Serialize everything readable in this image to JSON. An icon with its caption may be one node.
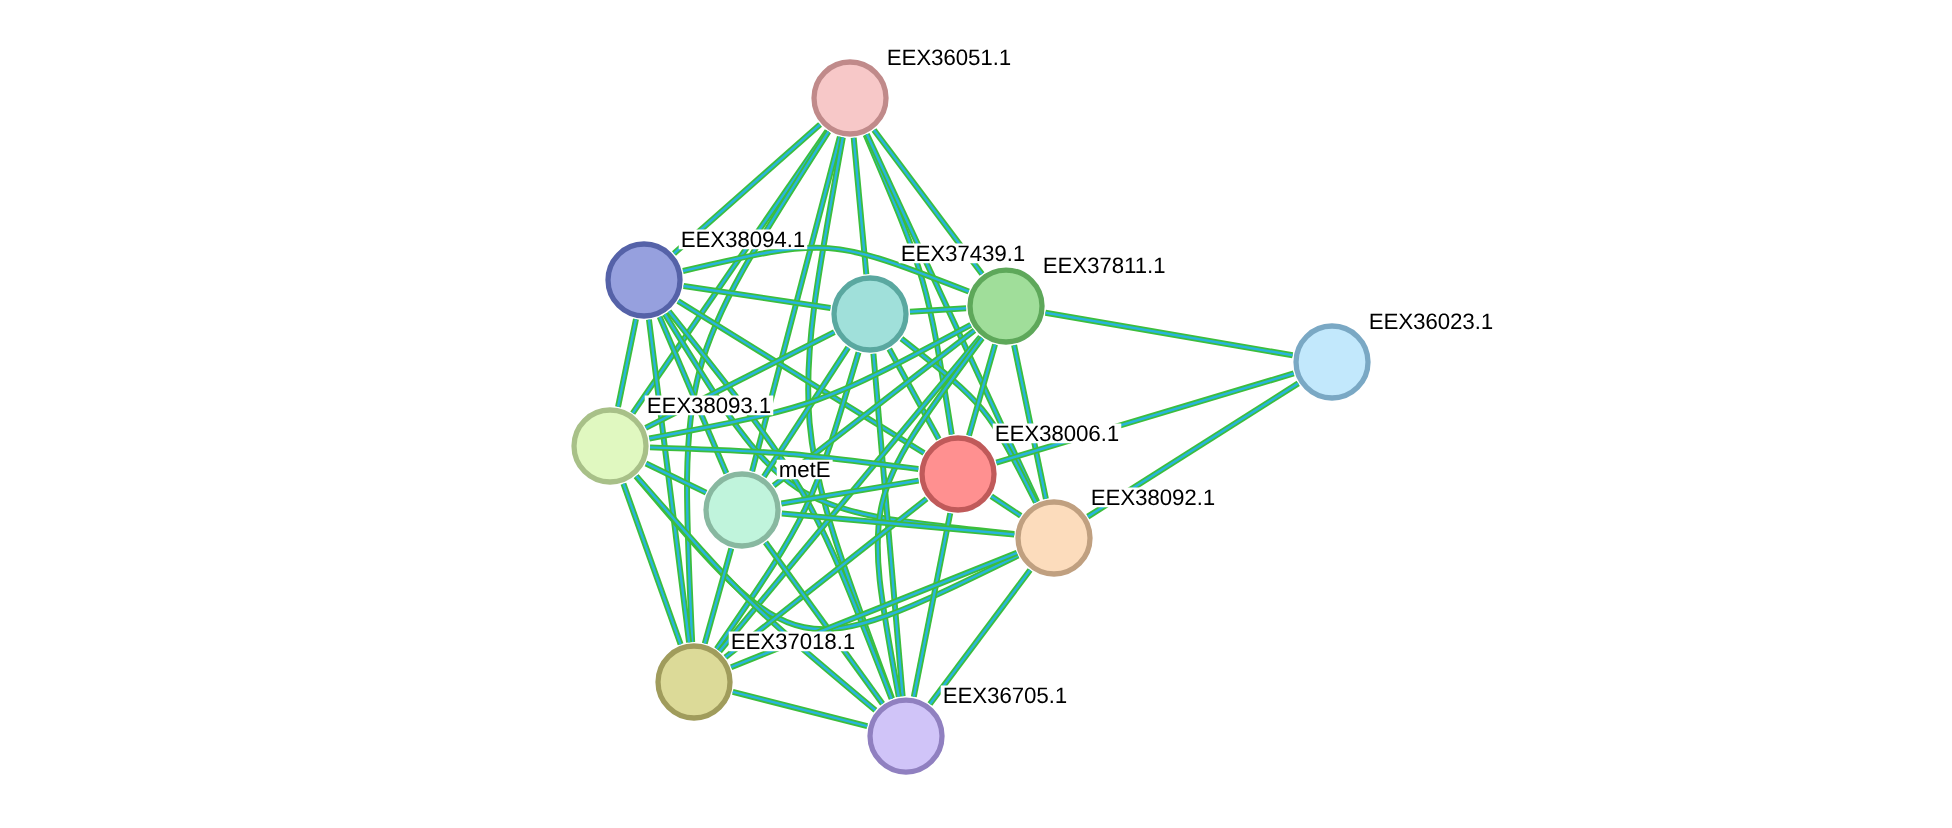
{
  "diagram": {
    "nodes": [
      {
        "text": [
          "EEX36051.1"
        ]
      },
      {
        "text": [
          "EEX38094.1"
        ]
      },
      {
        "text": [
          "EEX37439.1"
        ]
      },
      {
        "text": [
          "EEX37811.1"
        ]
      },
      {
        "text": [
          "EEX36023.1"
        ]
      },
      {
        "text": [
          "EEX38093.1"
        ]
      },
      {
        "text": [
          "EEX38006.1"
        ]
      },
      {
        "text": [
          "metE"
        ]
      },
      {
        "text": [
          "EEX38092.1"
        ]
      },
      {
        "text": [
          "EEX37018.1"
        ]
      },
      {
        "text": [
          "EEX36705.1"
        ]
      }
    ],
    "edges": [
      {
        "from": 0,
        "to": 1,
        "arrow": "none"
      },
      {
        "from": 0,
        "to": 2,
        "arrow": "none"
      },
      {
        "from": 0,
        "to": 3,
        "arrow": "none"
      },
      {
        "from": 0,
        "to": 5,
        "arrow": "none"
      },
      {
        "from": 0,
        "to": 6,
        "arrow": "none"
      },
      {
        "from": 0,
        "to": 7,
        "arrow": "none"
      },
      {
        "from": 0,
        "to": 8,
        "arrow": "none"
      },
      {
        "from": 0,
        "to": 9,
        "arrow": "none"
      },
      {
        "from": 0,
        "to": 10,
        "arrow": "none"
      },
      {
        "from": 1,
        "to": 2,
        "arrow": "none"
      },
      {
        "from": 1,
        "to": 3,
        "arrow": "none"
      },
      {
        "from": 1,
        "to": 5,
        "arrow": "none"
      },
      {
        "from": 1,
        "to": 6,
        "arrow": "none"
      },
      {
        "from": 1,
        "to": 7,
        "arrow": "none"
      },
      {
        "from": 1,
        "to": 8,
        "arrow": "none"
      },
      {
        "from": 1,
        "to": 9,
        "arrow": "none"
      },
      {
        "from": 1,
        "to": 10,
        "arrow": "none"
      },
      {
        "from": 2,
        "to": 3,
        "arrow": "none"
      },
      {
        "from": 2,
        "to": 5,
        "arrow": "none"
      },
      {
        "from": 2,
        "to": 6,
        "arrow": "none"
      },
      {
        "from": 2,
        "to": 7,
        "arrow": "none"
      },
      {
        "from": 2,
        "to": 8,
        "arrow": "none"
      },
      {
        "from": 2,
        "to": 9,
        "arrow": "none"
      },
      {
        "from": 2,
        "to": 10,
        "arrow": "none"
      },
      {
        "from": 3,
        "to": 4,
        "arrow": "none"
      },
      {
        "from": 3,
        "to": 5,
        "arrow": "none"
      },
      {
        "from": 3,
        "to": 6,
        "arrow": "none"
      },
      {
        "from": 3,
        "to": 7,
        "arrow": "none"
      },
      {
        "from": 3,
        "to": 8,
        "arrow": "none"
      },
      {
        "from": 3,
        "to": 9,
        "arrow": "none"
      },
      {
        "from": 3,
        "to": 10,
        "arrow": "none"
      },
      {
        "from": 4,
        "to": 6,
        "arrow": "none"
      },
      {
        "from": 4,
        "to": 8,
        "arrow": "none"
      },
      {
        "from": 5,
        "to": 6,
        "arrow": "none"
      },
      {
        "from": 5,
        "to": 7,
        "arrow": "none"
      },
      {
        "from": 5,
        "to": 8,
        "arrow": "none"
      },
      {
        "from": 5,
        "to": 9,
        "arrow": "none"
      },
      {
        "from": 5,
        "to": 10,
        "arrow": "none"
      },
      {
        "from": 6,
        "to": 7,
        "arrow": "none"
      },
      {
        "from": 6,
        "to": 8,
        "arrow": "none"
      },
      {
        "from": 6,
        "to": 9,
        "arrow": "none"
      },
      {
        "from": 6,
        "to": 10,
        "arrow": "none"
      },
      {
        "from": 7,
        "to": 8,
        "arrow": "none"
      },
      {
        "from": 7,
        "to": 9,
        "arrow": "none"
      },
      {
        "from": 7,
        "to": 10,
        "arrow": "none"
      },
      {
        "from": 8,
        "to": 9,
        "arrow": "none"
      },
      {
        "from": 8,
        "to": 10,
        "arrow": "none"
      },
      {
        "from": 9,
        "to": 10,
        "arrow": "none"
      }
    ]
  }
}
